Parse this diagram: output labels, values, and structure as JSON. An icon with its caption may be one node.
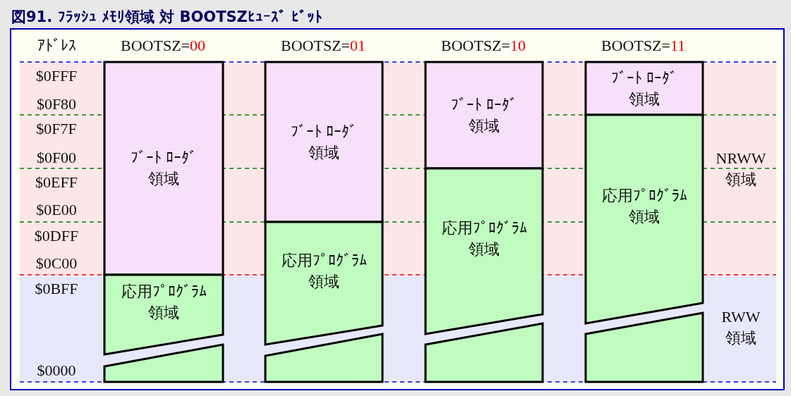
{
  "diagram": {
    "title": "図91. ﾌﾗｯｼｭ ﾒﾓﾘ領域 対 BOOTSZﾋｭｰｽﾞ ﾋﾞｯﾄ",
    "nodes": [
      {
        "text": [
          "NRWW 領域"
        ]
      },
      {
        "text": [
          "RWW 領域"
        ]
      },
      {
        "text": [
          "ﾌﾞｰﾄ ﾛｰﾀﾞ領域"
        ],
        "in": 0
      },
      {
        "text": [
          "応用ﾌﾟﾛｸﾞﾗﾑ領域"
        ],
        "in": 1
      },
      {
        "text": [],
        "shape": "box",
        "in": 1
      },
      {
        "text": [
          "ﾌﾞｰﾄ ﾛｰﾀﾞ領域"
        ],
        "in": 0
      },
      {
        "text": [
          "応用ﾌﾟﾛｸﾞﾗﾑ領域"
        ]
      },
      {
        "text": [],
        "shape": "box",
        "in": 1
      },
      {
        "text": [
          "ﾌﾞｰﾄ ﾛｰﾀﾞ領域"
        ],
        "in": 0
      },
      {
        "text": [
          "応用ﾌﾟﾛｸﾞﾗﾑ領域"
        ]
      },
      {
        "text": [],
        "shape": "box",
        "in": 1
      },
      {
        "text": [
          "ﾌﾞｰﾄ ﾛｰﾀﾞ領域"
        ],
        "in": 0
      },
      {
        "text": [
          "応用ﾌﾟﾛｸﾞﾗﾑ領域"
        ]
      },
      {
        "text": [],
        "shape": "box",
        "in": 1
      }
    ],
    "labels": [
      "ｱﾄﾞﾚｽ",
      "BOOTSZ=",
      "00",
      "BOOTSZ=",
      "01",
      "BOOTSZ=",
      "10",
      "BOOTSZ=",
      "11",
      "$0FFF",
      "$0F80",
      "$0F7F",
      "$0F00",
      "$0EFF",
      "$0E00",
      "$0DFF",
      "$0C00",
      "$0BFF",
      "$0000"
    ]
  }
}
